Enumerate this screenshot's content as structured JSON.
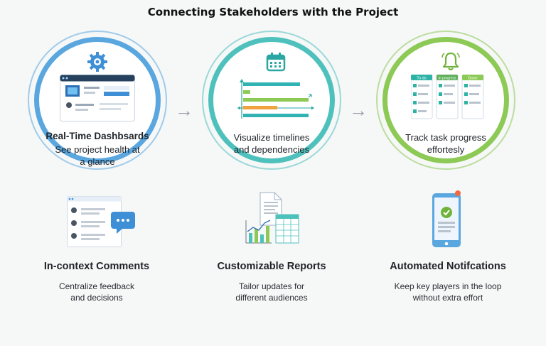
{
  "title": "Connecting Stakeholders with the Project",
  "circles": [
    {
      "heading": "Real-Time Dashbsards",
      "line1": "See project health at",
      "line2": "a glance",
      "icon": "gear-icon",
      "color": "#5aa7e0"
    },
    {
      "line1": "Visualize timelines",
      "line2": "and dependencies",
      "icon": "calendar-icon",
      "color": "#4fc1bd"
    },
    {
      "line1": "Track task progress",
      "line2": "effortesly",
      "icon": "bell-icon",
      "color": "#8cc955"
    }
  ],
  "kanban": [
    "To do",
    "In progress",
    "Done"
  ],
  "features": [
    {
      "title": "In-context Comments",
      "desc1": "Centralize feedback",
      "desc2": "and decisions",
      "icon": "comments-icon"
    },
    {
      "title": "Customizable Reports",
      "desc1": "Tailor updates for",
      "desc2": "different audiences",
      "icon": "reports-icon"
    },
    {
      "title": "Automated Notifcations",
      "desc1": "Keep key players in the loop",
      "desc2": "without extra effort",
      "icon": "phone-notification-icon"
    }
  ],
  "arrow_glyph": "→"
}
